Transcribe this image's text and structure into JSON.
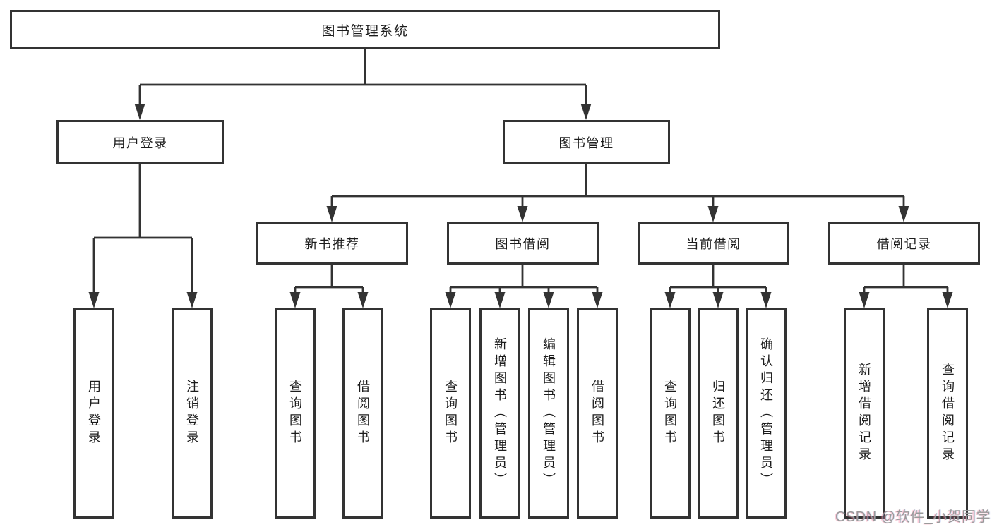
{
  "nodes": {
    "root": {
      "label": "图书管理系统"
    },
    "login": {
      "label": "用户登录"
    },
    "mgmt": {
      "label": "图书管理"
    },
    "rec": {
      "label": "新书推荐"
    },
    "borrow": {
      "label": "图书借阅"
    },
    "current": {
      "label": "当前借阅"
    },
    "record": {
      "label": "借阅记录"
    },
    "login_user": {
      "label": "用户登录"
    },
    "login_logout": {
      "label": "注销登录"
    },
    "rec_query": {
      "label": "查询图书"
    },
    "rec_borrow": {
      "label": "借阅图书"
    },
    "borrow_query": {
      "label": "查询图书"
    },
    "borrow_add": {
      "label": "新增图书（管理员）"
    },
    "borrow_edit": {
      "label": "编辑图书（管理员）"
    },
    "borrow_borrow": {
      "label": "借阅图书"
    },
    "cur_query": {
      "label": "查询图书"
    },
    "cur_return": {
      "label": "归还图书"
    },
    "cur_confirm": {
      "label": "确认归还（管理员）"
    },
    "record_add": {
      "label": "新增借阅记录"
    },
    "record_query": {
      "label": "查询借阅记录"
    }
  },
  "watermark": {
    "text": "CSDN @软件_小贺同学"
  },
  "colors": {
    "line": "#333333",
    "box_border": "#333333",
    "text": "#1c1c1c",
    "background": "#ffffff",
    "watermark_text": "#9a9a9a",
    "watermark_fringe": "#fa6e96"
  }
}
